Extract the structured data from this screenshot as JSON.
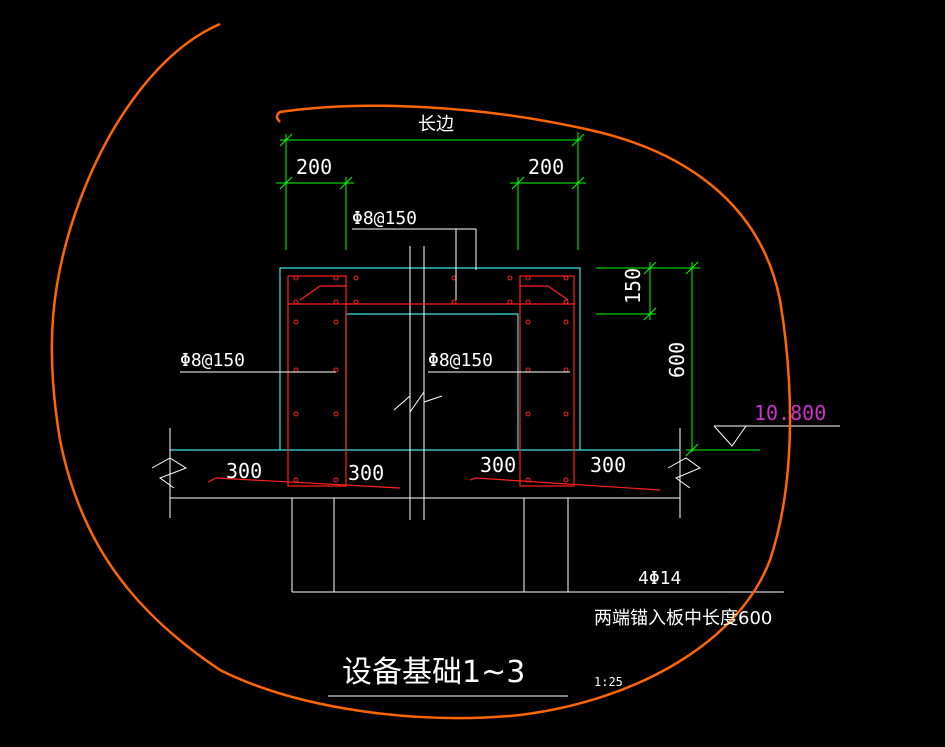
{
  "colors": {
    "background": "#000000",
    "dimension": "#00ff00",
    "concrete": "#40e0e0",
    "rebar": "#ff2020",
    "leader": "#ffffff",
    "markup": "#ff6600",
    "elevation": "#cc33cc"
  },
  "dims": {
    "long_side": "长边",
    "left_200": "200",
    "right_200": "200",
    "h150": "150",
    "h600": "600",
    "b300_1": "300",
    "b300_2": "300",
    "b300_3": "300",
    "b300_4": "300"
  },
  "labels": {
    "rebar_top": "Φ8@150",
    "rebar_left": "Φ8@150",
    "rebar_right": "Φ8@150",
    "elevation": "10.800",
    "main_bars": "4Φ14",
    "anchor_note": "两端锚入板中长度600"
  },
  "title": {
    "text": "设备基础1~3",
    "scale": "1:25"
  }
}
